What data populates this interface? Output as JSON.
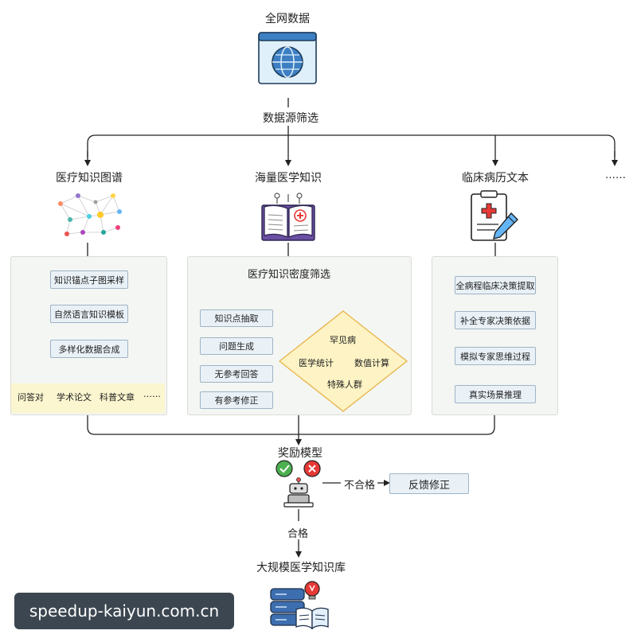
{
  "top": {
    "source_label": "全网数据",
    "filter_label": "数据源筛选"
  },
  "branches": {
    "kg": {
      "title": "医疗知识图谱"
    },
    "knowledge": {
      "title": "海量医学知识"
    },
    "emr": {
      "title": "临床病历文本"
    },
    "more": "……"
  },
  "kg_panel": {
    "steps": [
      "知识锚点子图采样",
      "自然语言知识模板",
      "多样化数据合成"
    ],
    "outputs": [
      "问答对",
      "学术论文",
      "科普文章",
      "……"
    ]
  },
  "mid_panel": {
    "title": "医疗知识密度筛选",
    "steps": [
      "知识点抽取",
      "问题生成",
      "无参考回答",
      "有参考修正"
    ],
    "diamond": [
      "罕见病",
      "医学统计",
      "数值计算",
      "特殊人群"
    ]
  },
  "emr_panel": {
    "steps": [
      "全病程临床决策提取",
      "补全专家决策依据",
      "模拟专家思维过程",
      "真实场景推理"
    ]
  },
  "reward": {
    "title": "奖励模型",
    "fail_label": "不合格",
    "feedback_label": "反馈修正",
    "pass_label": "合格"
  },
  "final": {
    "title": "大规模医学知识库"
  },
  "watermark": "speedup-kaiyun.com.cn",
  "colors": {
    "box_fill": "#e9f1f7",
    "box_border": "#9fb3c4",
    "panel_fill": "#f4f6f3",
    "diamond_fill": "#fdf3c4",
    "diamond_border": "#e8b44a",
    "check_green": "#4caf50",
    "cross_red": "#e53935"
  }
}
